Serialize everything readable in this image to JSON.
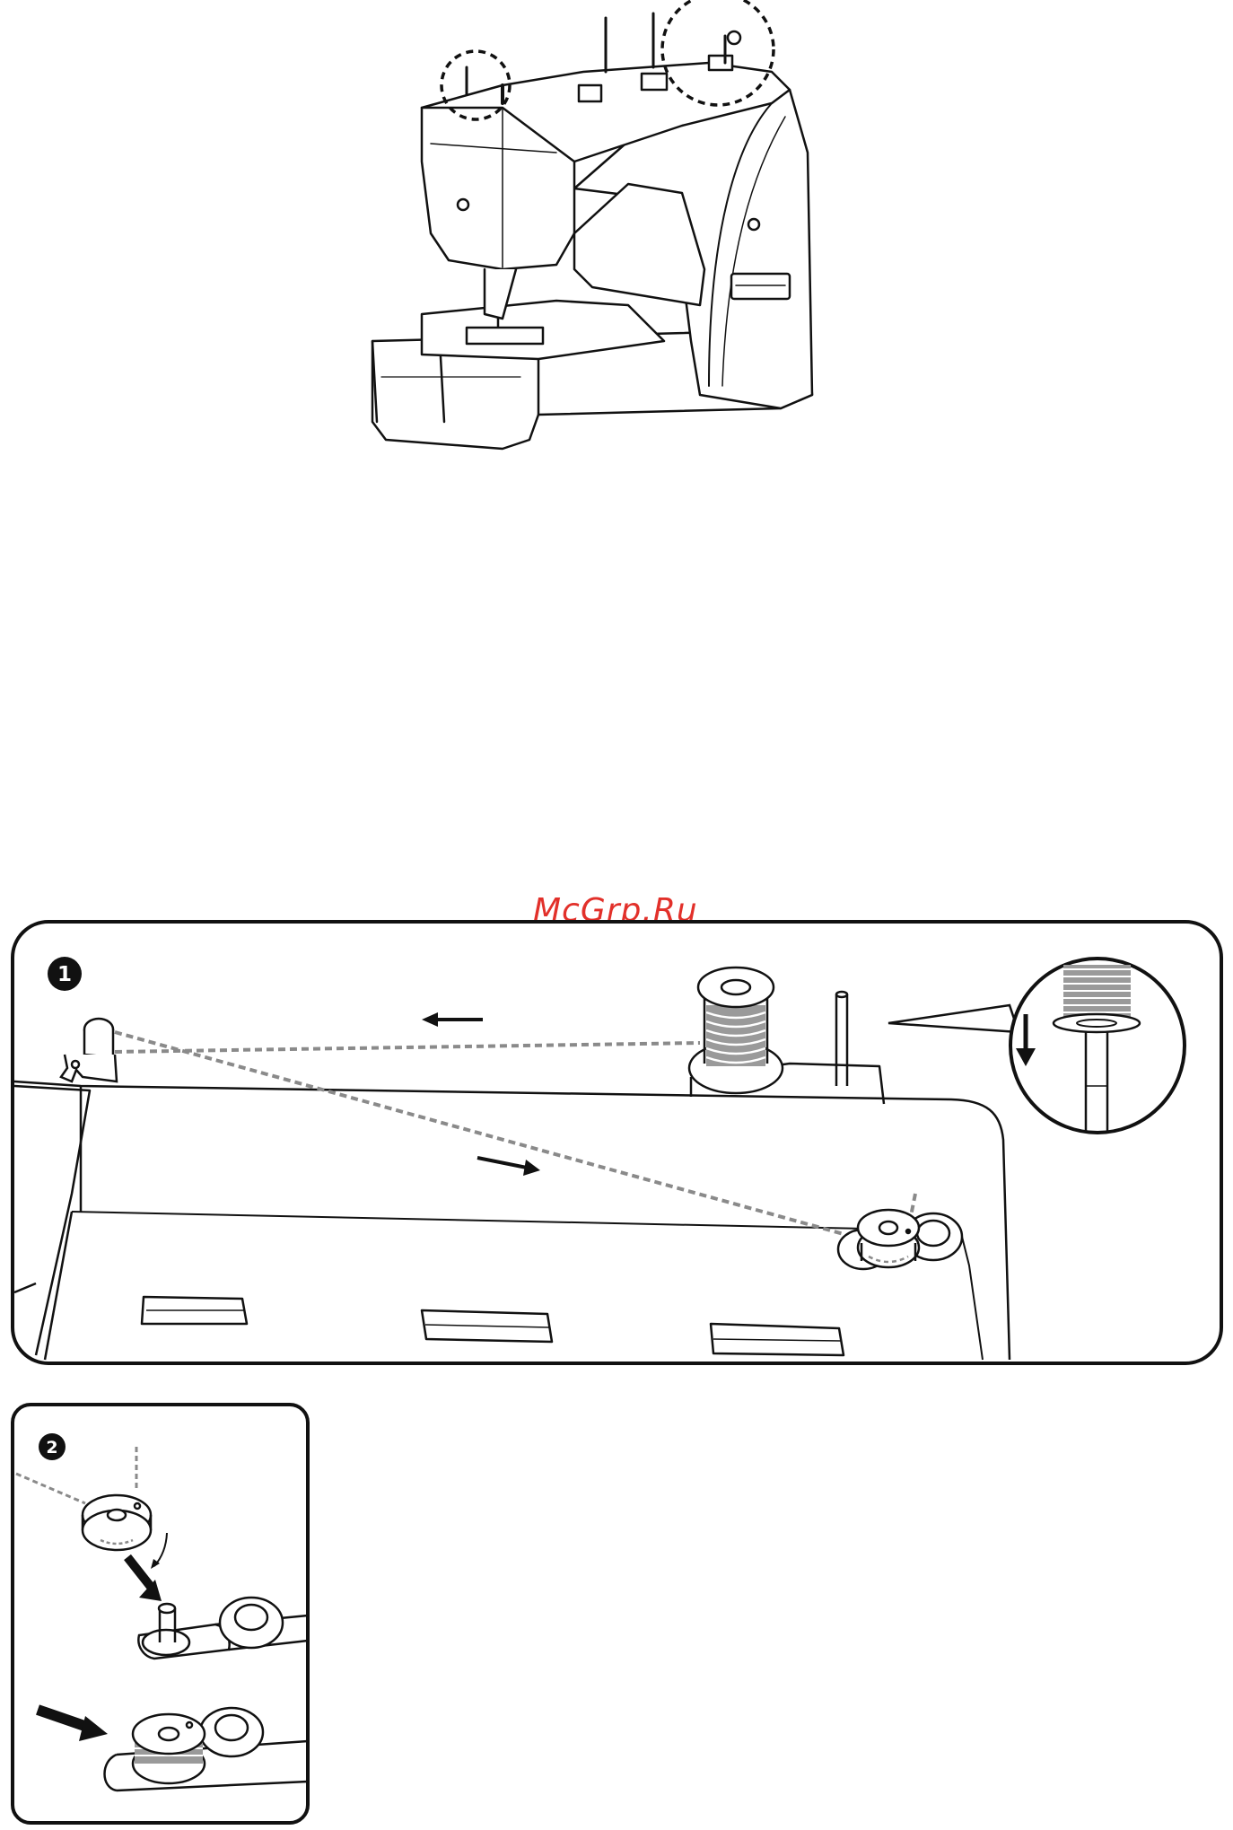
{
  "watermark": {
    "text": "McGrp.Ru",
    "color": "#e2302a"
  },
  "steps": [
    {
      "number": "1"
    },
    {
      "number": "2"
    }
  ],
  "icons": {
    "machine": "sewing-machine-illustration",
    "spool": "thread-spool-icon",
    "winder": "bobbin-winder-icon",
    "arrow": "direction-arrow-icon"
  }
}
